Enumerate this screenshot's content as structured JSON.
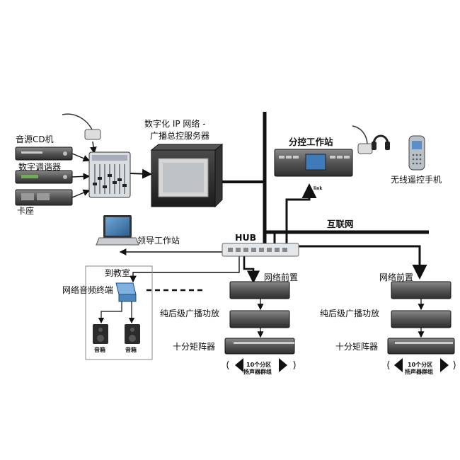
{
  "labels": {
    "cd_player": "音源CD机",
    "tuner": "数字调谐器",
    "cassette": "卡座",
    "server_title": "数字化 IP 网络 -",
    "server_subtitle": "广播总控服务器",
    "branch_station": "分控工作站",
    "wireless_phone": "无线遥控手机",
    "internet": "互联网",
    "hub": "HUB",
    "leader_station": "领导工作站",
    "to_classroom": "到教室",
    "network_terminal": "网络音频终端",
    "speaker_left": "音箱",
    "speaker_right": "音箱",
    "net_front_1": "网络前置",
    "amp_1": "纯后级广播功放",
    "matrix_1": "十分矩阵器",
    "zone_1_line1": "10个分区",
    "zone_1_line2": "扬声器群组",
    "net_front_2": "网络前置",
    "amp_2": "纯后级广播功放",
    "matrix_2": "十分矩阵器",
    "zone_2_line1": "10个分区",
    "zone_2_line2": "扬声器群组"
  },
  "colors": {
    "line": "#111111",
    "device_dark": "#2a2a2a",
    "device_mid": "#6a6a6a",
    "screen": "#3e7bb8",
    "hub": "#e4e7ea"
  }
}
